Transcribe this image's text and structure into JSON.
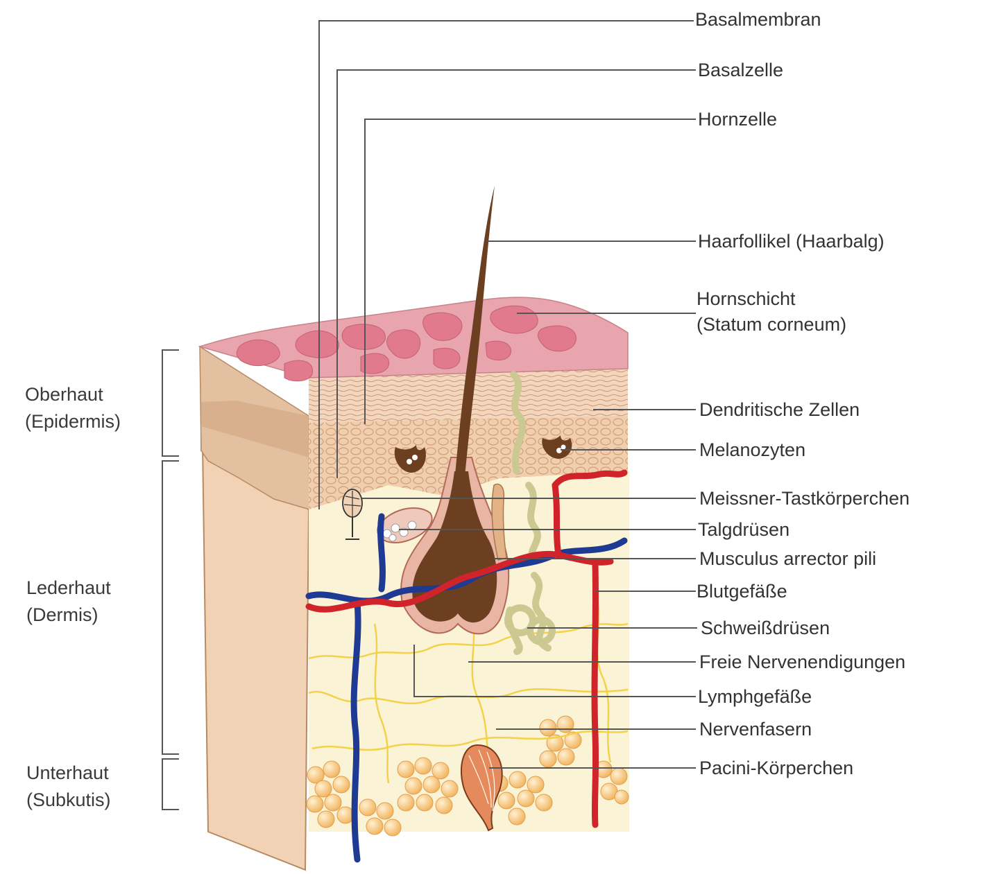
{
  "layers": {
    "epidermis": [
      "Oberhaut",
      "(Epidermis)"
    ],
    "dermis": [
      "Lederhaut",
      "(Dermis)"
    ],
    "subcutis": [
      "Unterhaut",
      "(Subkutis)"
    ]
  },
  "labels": {
    "basalmembran": "Basalmembran",
    "basalzelle": "Basalzelle",
    "hornzelle": "Hornzelle",
    "haarfollikel": "Haarfollikel (Haarbalg)",
    "hornschicht_1": "Hornschicht",
    "hornschicht_2": "(Statum corneum)",
    "dendritische_zellen": "Dendritische Zellen",
    "melanozyten": "Melanozyten",
    "meissner": "Meissner-Tastkörperchen",
    "talgdruesen": "Talgdrüsen",
    "musculus": "Musculus arrector pili",
    "blutgefaesse": "Blutgefäße",
    "schweissdruesen": "Schweißdrüsen",
    "freie_nerven": "Freie Nervenendigungen",
    "lymphgefaesse": "Lymphgefäße",
    "nervenfasern": "Nervenfasern",
    "pacini": "Pacini-Körperchen"
  },
  "colors": {
    "surface_pink": "#e8a5ad",
    "surface_blotch": "#e07a8c",
    "skin_side": "#f2d2b4",
    "epidermis_side": "#dcb596",
    "dermis": "#fbf3d6",
    "cell_layer": "#f1cfae",
    "hair": "#6b3f1f",
    "artery": "#d0232a",
    "vein": "#1f3a93",
    "nerve": "#f2d24a",
    "fat": "#f6c779",
    "leader": "#555555"
  }
}
